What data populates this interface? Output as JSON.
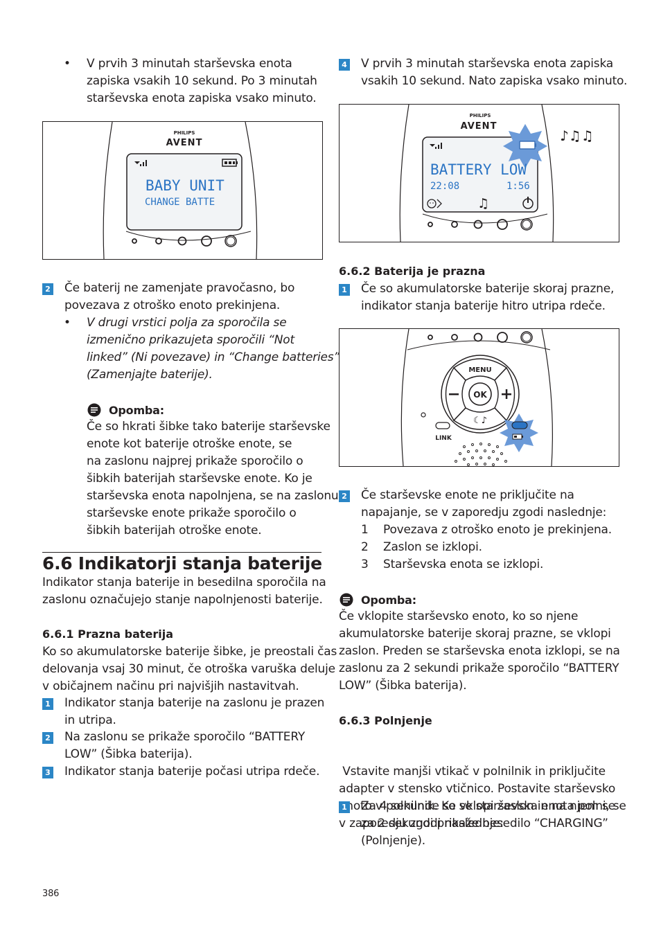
{
  "left": {
    "bullet1": [
      "V prvih 3 minutah starševska enota",
      "zapiska vsakih 10 sekund. Po 3 minutah",
      "starševska enota zapiska vsako minuto."
    ],
    "fig1": {
      "brand": "PHILIPS",
      "logo": "AVENT",
      "line1": "BABY UNIT",
      "line2": "CHANGE BATTE"
    },
    "step2": {
      "num": "2",
      "lines": [
        "Če baterij ne zamenjate pravočasno, bo",
        "povezava z otroško enoto prekinjena."
      ]
    },
    "step2_bullet": [
      "V drugi vrstici polja za sporočila se",
      "izmenično prikazujeta sporočili “Not",
      "linked” (Ni povezave) in “Change batteries”",
      "(Zamenjajte baterije)."
    ],
    "note": {
      "title": "Opomba:",
      "lines": [
        "Če so hkrati šibke tako baterije starševske",
        "enote kot baterije otroške enote, se",
        "na zaslonu najprej prikaže sporočilo o",
        "šibkih baterijah starševske enote. Ko je",
        "starševska enota napolnjena, se na zaslonu",
        "starševske enote prikaže sporočilo o",
        "šibkih baterijah otroške enote."
      ]
    },
    "section": {
      "title": "6.6  Indikatorji stanja baterije",
      "intro": [
        "Indikator stanja baterije in besedilna sporočila na",
        "zaslonu označujejo stanje napolnjenosti baterije."
      ]
    },
    "sub1": {
      "title": "6.6.1 Prazna baterija",
      "intro": [
        "Ko so akumulatorske baterije šibke, je preostali čas",
        "delovanja vsaj 30 minut, če otroška varuška deluje",
        "v običajnem načinu pri najvišjih nastavitvah."
      ],
      "steps": [
        {
          "num": "1",
          "lines": [
            "Indikator stanja baterije na zaslonu je prazen",
            "in utripa."
          ]
        },
        {
          "num": "2",
          "lines": [
            "Na zaslonu se prikaže sporočilo “BATTERY",
            "LOW” (Šibka baterija)."
          ]
        },
        {
          "num": "3",
          "lines": [
            "Indikator stanja baterije počasi utripa rdeče."
          ]
        }
      ]
    },
    "page_number": "386"
  },
  "right": {
    "step4": {
      "num": "4",
      "lines": [
        "V prvih 3 minutah starševska enota zapiska",
        "vsakih 10 sekund. Nato zapiska vsako minuto."
      ]
    },
    "fig2": {
      "brand": "PHILIPS",
      "logo": "AVENT",
      "line1": "BATTERY LOW",
      "time1": "22:08",
      "time2": "1:56"
    },
    "sub2": {
      "title": "6.6.2 Baterija je prazna",
      "step1": {
        "num": "1",
        "lines": [
          "Če so akumulatorske baterije skoraj prazne,",
          "indikator stanja baterije hitro utripa rdeče."
        ]
      }
    },
    "fig3": {
      "menu": "MENU",
      "ok": "OK",
      "link": "LINK"
    },
    "step2": {
      "num": "2",
      "lines": [
        "Če starševske enote ne priključite na",
        "napajanje, se v zaporedju zgodi naslednje:"
      ],
      "list": [
        {
          "n": "1",
          "text": "Povezava z otroško enoto je prekinjena."
        },
        {
          "n": "2",
          "text": "Zaslon se izklopi."
        },
        {
          "n": "3",
          "text": "Starševska enota se izklopi."
        }
      ]
    },
    "note": {
      "title": "Opomba:",
      "lines": [
        "Če vklopite starševsko enoto, ko so njene",
        "akumulatorske baterije skoraj prazne, se vklopi",
        "zaslon. Preden se starševska enota izklopi, se na",
        "zaslonu za 2 sekundi prikaže sporočilo “BATTERY",
        "LOW” (Šibka baterija)."
      ]
    },
    "sub3": {
      "title": "6.6.3 Polnjenje",
      "intro": [
        " Vstavite manjši vtikač v polnilnik in priključite",
        "adapter v stensko vtičnico. Postavite starševsko",
        "enoto v polnilnik. Ko se starševska enota polni, se",
        "v zaporedju zgodi naslednje:"
      ],
      "step1": {
        "num": "1",
        "lines": [
          "Za 4 sekunde se vklopi zaslon in na njem se",
          "za 2 sekundi prikaže besedilo “CHARGING”",
          "(Polnjenje)."
        ]
      }
    }
  },
  "colors": {
    "step_badge": "#2b86c6",
    "lcd_text": "#2b74c4",
    "highlight": "#6b9ad8"
  },
  "icons": [
    "note-icon",
    "signal-icon",
    "battery-icon",
    "music-note-icon",
    "power-icon"
  ]
}
